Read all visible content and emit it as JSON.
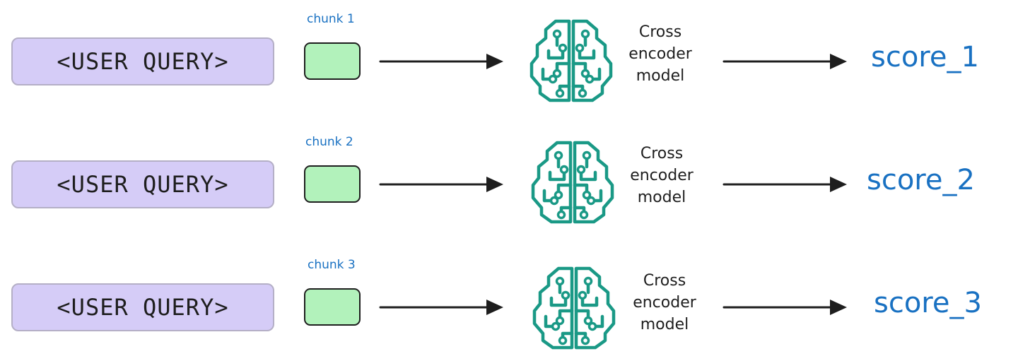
{
  "rows": [
    {
      "query": "<USER QUERY>",
      "chunk_label": "chunk 1",
      "model_label": [
        "Cross",
        "encoder",
        "model"
      ],
      "score": "score_1"
    },
    {
      "query": "<USER QUERY>",
      "chunk_label": "chunk 2",
      "model_label": [
        "Cross",
        "encoder",
        "model"
      ],
      "score": "score_2"
    },
    {
      "query": "<USER QUERY>",
      "chunk_label": "chunk 3",
      "model_label": [
        "Cross",
        "encoder",
        "model"
      ],
      "score": "score_3"
    }
  ],
  "colors": {
    "query_fill": "#d5ccf7",
    "chunk_fill": "#b2f2bb",
    "brain_teal": "#1a9986",
    "accent_blue": "#1971c2",
    "ink": "#1e1e1e"
  },
  "icons": {
    "model": "brain-circuit-icon",
    "flow": "arrow-right-icon"
  }
}
